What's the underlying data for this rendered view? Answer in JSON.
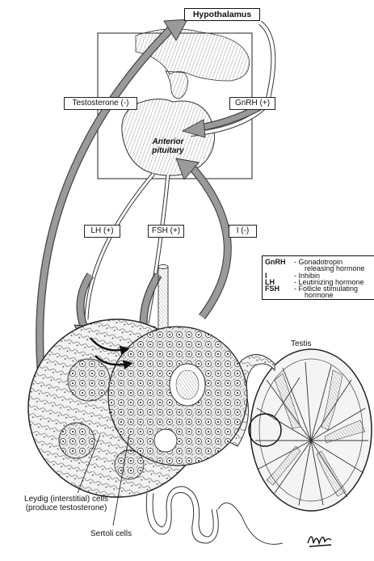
{
  "diagram": {
    "hypothalamus": "Hypothalamus",
    "anterior_pituitary": [
      "Anterior",
      "pituitary"
    ],
    "arrows": {
      "testosterone": "Testosterone (-)",
      "gnrh": "GnRH (+)",
      "lh": "LH (+)",
      "fsh": "FSH (+)",
      "inhibin": "I (-)"
    },
    "legend": [
      {
        "abbr": "GnRH",
        "def": [
          "- Gonadotropin",
          "releasing hormone"
        ]
      },
      {
        "abbr": "I",
        "def": [
          "- Inhibin"
        ]
      },
      {
        "abbr": "LH",
        "def": [
          "- Leutinizing hormone"
        ]
      },
      {
        "abbr": "FSH",
        "def": [
          "- Follicle stimulating",
          "hormone"
        ]
      }
    ],
    "testis_label": "Testis",
    "leydig_label": [
      "Leydig (interstitial) cells",
      "(produce testosterone)"
    ],
    "sertoli_label": "Sertoli cells",
    "signature": "LLB"
  }
}
